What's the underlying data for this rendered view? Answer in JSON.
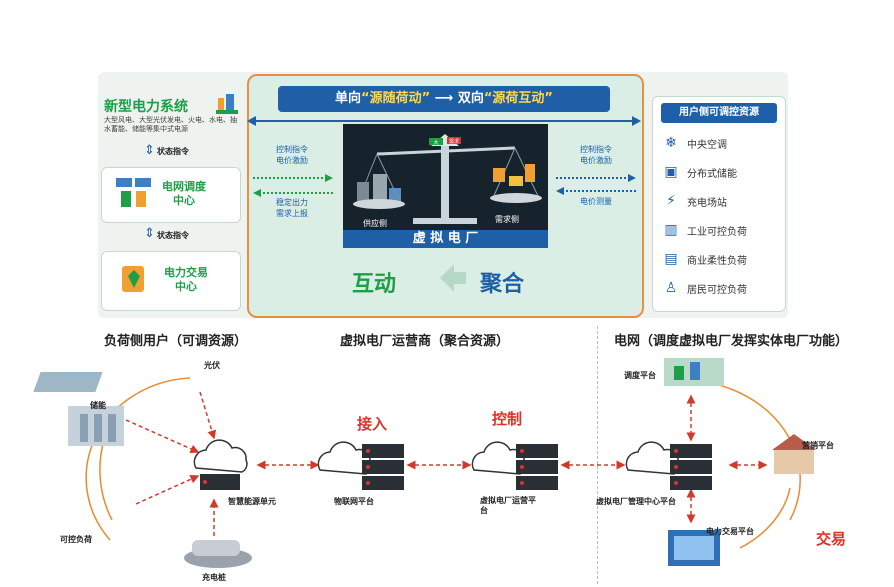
{
  "top": {
    "banner": {
      "prefix": "单向",
      "q1": "“源随荷动”",
      "mid": "双向",
      "q2": "“源荷互动”"
    },
    "left": {
      "system_title": "新型电力系统",
      "system_desc": "大型风电、大型光伏发电、火电、水电、抽水蓄能、储能等集中式电源",
      "status_cmd_1": "状态指令",
      "dispatch": "电网调度\n中心",
      "status_cmd_2": "状态指令",
      "trade": "电力交易\n中心"
    },
    "center": {
      "left_top": "控制指令\n电价激励",
      "left_bottom": "稳定出力\n需求上报",
      "right_top": "控制指令\n电价激励",
      "right_bottom": "电价测量",
      "scale_left_tag": "大",
      "scale_right_tag": "需求",
      "supply": "供应侧",
      "demand": "需求侧",
      "vpp": "虚 拟 电 厂",
      "interact": "互动",
      "aggregate": "聚合"
    },
    "resources": {
      "title": "用户侧可调控资源",
      "items": [
        {
          "icon": "❄",
          "label": "中央空调"
        },
        {
          "icon": "▣",
          "label": "分布式储能"
        },
        {
          "icon": "⚡",
          "label": "充电场站"
        },
        {
          "icon": "▥",
          "label": "工业可控负荷"
        },
        {
          "icon": "▤",
          "label": "商业柔性负荷"
        },
        {
          "icon": "♙",
          "label": "居民可控负荷"
        }
      ]
    }
  },
  "bottom": {
    "sec1": "负荷侧用户（可调资源）",
    "sec2": "虚拟电厂运营商（聚合资源）",
    "sec3": "电网（调度虚拟电厂发挥实体电厂功能）",
    "pv": "光伏",
    "storage": "储能",
    "controllable": "可控负荷",
    "charger": "充电桩",
    "smart_unit": "智慧能源单元",
    "iot": "物联网平台",
    "operator": "虚拟电厂运营平\n台",
    "mgmt": "虚拟电厂管理中心平台",
    "dispatch_pf": "调度平台",
    "marketing_pf": "营销平台",
    "trade_pf": "电力交易平台",
    "access": "接入",
    "control": "控制",
    "trade": "交易"
  },
  "colors": {
    "accent_blue": "#1f5fa8",
    "green": "#1f9e48",
    "orange_border": "#e9903e",
    "red": "#e0322c"
  }
}
